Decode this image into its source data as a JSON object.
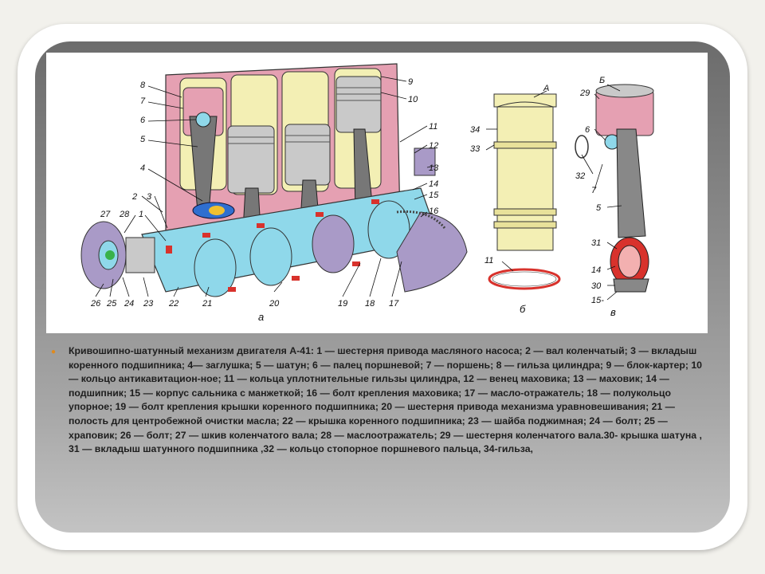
{
  "callouts": {
    "n8a": "8",
    "n7a": "7",
    "n6a": "6",
    "n5a": "5",
    "n4": "4",
    "n2": "2",
    "n3": "3",
    "n27": "27",
    "n28": "28",
    "n1": "1",
    "n26": "26",
    "n25": "25",
    "n24": "24",
    "n23": "23",
    "n22": "22",
    "n21": "21",
    "n20": "20",
    "n19": "19",
    "n18": "18",
    "n17": "17",
    "n16": "16",
    "n15a": "15",
    "n14a": "14",
    "n13": "13",
    "n12": "12",
    "n11a": "11",
    "n10": "10",
    "n9": "9",
    "nA": "А",
    "n34": "34",
    "n33": "33",
    "n11b": "11",
    "nB": "Б",
    "n29": "29",
    "n6b": "6",
    "n32": "32",
    "n7b": "7",
    "n5b": "5",
    "n31": "31",
    "n14b": "14",
    "n30": "30",
    "n15b": "15-"
  },
  "group_labels": {
    "a": "а",
    "b": "б",
    "v": "в"
  },
  "caption": "Кривошипно-шатунный механизм двигателя А-41: 1 — шестерня привода масляного насоса; 2 — вал коленчатый; 3 — вкладыш коренного подшипника; 4— заглушка; 5 — шатун; 6 — палец поршневой; 7 — поршень; 8 — гильза цилиндра; 9 — блок-картер; 10 — кольцо антикавитацион-ное; 11 — кольца уплотнительные гильзы цилиндра, 12 — венец маховика; 13 — маховик; 14 — подшипник; 15 — корпус сальника с манжеткой; 16 — болт крепления маховика; 17 — масло-отражатель; 18 — полукольцо упорное; 19 — болт крепления крышки коренного подшипника; 20 — шестерня привода механизма уравновешивания; 21 — полость для центробежной очистки масла; 22 — крышка коренного подшипника; 23 — шайба поджимная; 24 — болт; 25 — храповик; 26 — болт; 27 — шкив коленчатого вала; 28 — маслоотражатель; 29 — шестерня коленчатого вала.30- крышка шатуна , 31 — вкладыш шатунного подшипника ,32 — кольцо стопорное поршневого пальца, 34-гильза,",
  "colors": {
    "block": "#e5a0b2",
    "piston": "#c9c9c9",
    "cylinder": "#f3efb4",
    "crank": "#8fd8ea",
    "flywheel": "#a99ac7",
    "red": "#d8322c",
    "accent": "#e08a1c"
  }
}
